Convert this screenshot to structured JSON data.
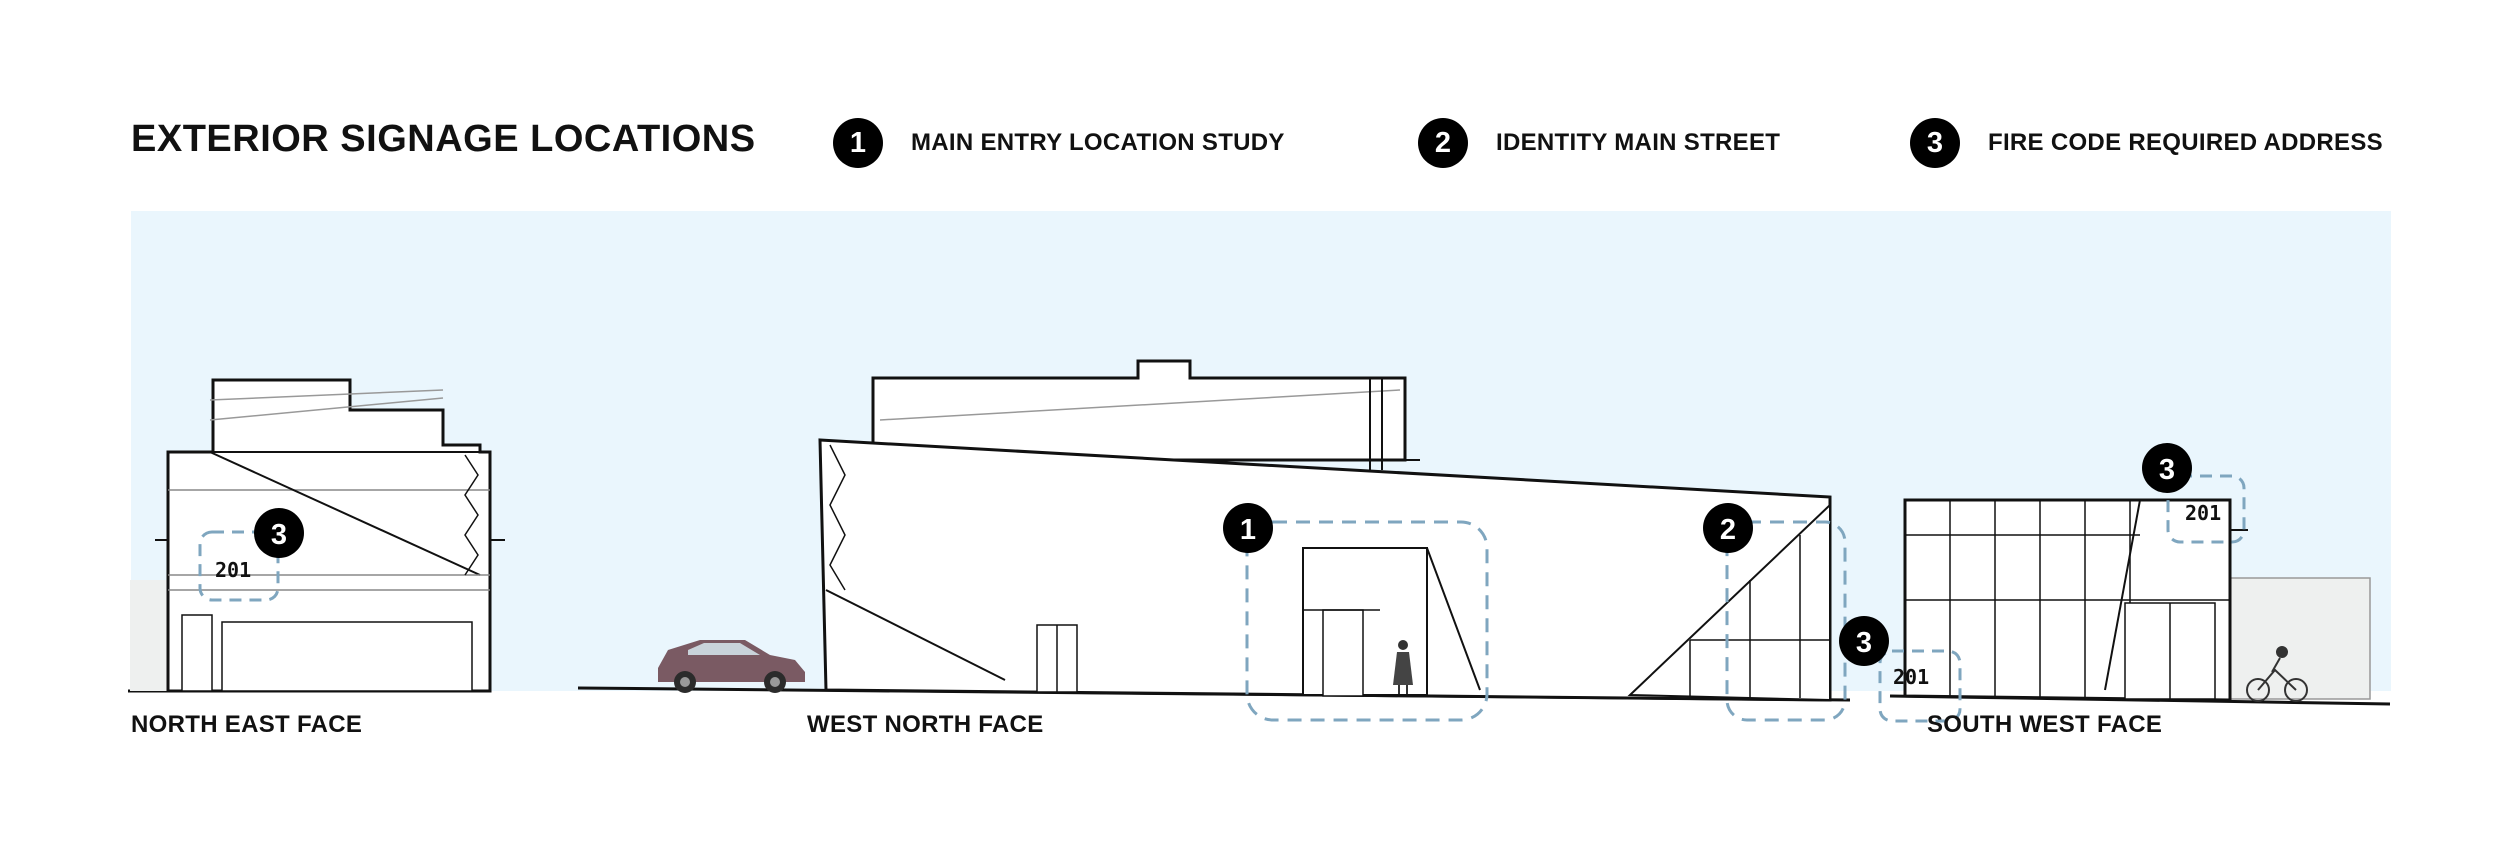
{
  "title": "EXTERIOR SIGNAGE LOCATIONS",
  "legend": [
    {
      "number": "1",
      "label": "MAIN ENTRY LOCATION STUDY"
    },
    {
      "number": "2",
      "label": "IDENTITY MAIN STREET"
    },
    {
      "number": "3",
      "label": "FIRE CODE REQUIRED ADDRESS"
    }
  ],
  "faces": {
    "north_east": "NORTH EAST FACE",
    "west_north": "WEST NORTH FACE",
    "south_west": "SOUTH WEST FACE"
  },
  "markers": {
    "ne_address": "3",
    "wn_entry": "1",
    "wn_identity": "2",
    "sw_address_top": "3",
    "sw_address_bottom": "3"
  },
  "address_number": "201",
  "colors": {
    "sky": "#eaf6fd",
    "dash": "#7fa6bf",
    "line": "#111111",
    "ground_panel": "#eef0ef",
    "marker": "#000000"
  }
}
